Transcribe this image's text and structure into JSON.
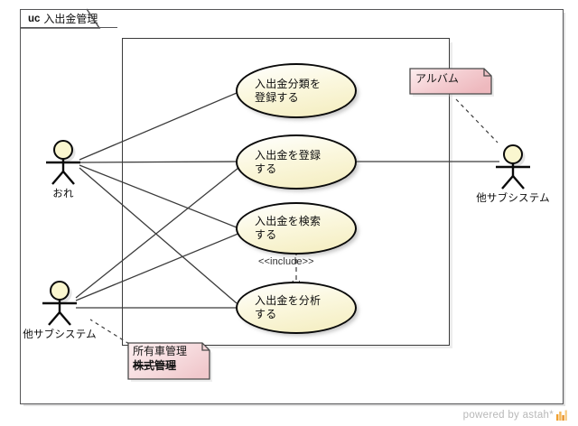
{
  "diagram": {
    "frame_kind": "uc",
    "frame_title": "入出金管理",
    "type": "uml-use-case-diagram"
  },
  "use_cases": [
    {
      "id": "uc-register-category",
      "label": "入出金分類を\n登録する"
    },
    {
      "id": "uc-register-payment",
      "label": "入出金を登録\nする"
    },
    {
      "id": "uc-search-payment",
      "label": "入出金を検索\nする"
    },
    {
      "id": "uc-analyze-payment",
      "label": "入出金を分析\nする"
    }
  ],
  "actors": [
    {
      "id": "actor-ore",
      "label": "おれ"
    },
    {
      "id": "actor-subsystem-left",
      "label": "他サブシステム"
    },
    {
      "id": "actor-subsystem-right",
      "label": "他サブシステム"
    }
  ],
  "notes": [
    {
      "id": "note-album",
      "lines": [
        "アルバム"
      ]
    },
    {
      "id": "note-assets",
      "line1": "所有車管理",
      "line2": "株式管理"
    }
  ],
  "relationships": {
    "include_label": "<<include>>"
  },
  "watermark": {
    "text": "powered by astah*"
  },
  "colors": {
    "usecase_fill": "#f4edbe",
    "actor_head_fill": "#faf6cf",
    "note_fill_album": "#f2c9cd",
    "note_fill_assets": "#f6d8da",
    "frame_border": "#555557",
    "boundary_border": "#3a3a3a",
    "line": "#3b3b3b",
    "watermark_text": "#b8b8b8",
    "watermark_logo": "#f0a030"
  }
}
